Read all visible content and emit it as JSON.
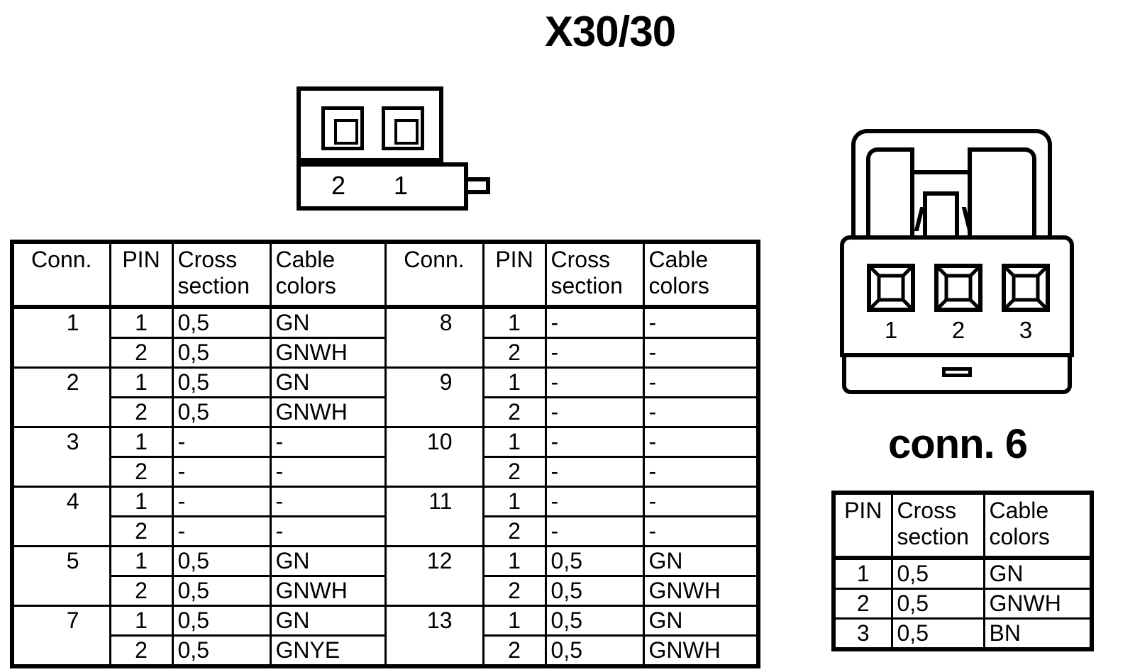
{
  "title": "X30/30",
  "connector_top": {
    "name": "2-pin connector",
    "pin_labels": [
      "2",
      "1"
    ]
  },
  "main_table": {
    "headers": {
      "conn": "Conn.",
      "pin": "PIN",
      "cross_section": "Cross\nsection",
      "cross_section_line1": "Cross",
      "cross_section_line2": "section",
      "cable_colors_line1": "Cable",
      "cable_colors_line2": "colors"
    },
    "left_rows": [
      {
        "conn": "1",
        "pins": [
          {
            "pin": "1",
            "cross": "0,5",
            "color": "GN"
          },
          {
            "pin": "2",
            "cross": "0,5",
            "color": "GNWH"
          }
        ]
      },
      {
        "conn": "2",
        "pins": [
          {
            "pin": "1",
            "cross": "0,5",
            "color": "GN"
          },
          {
            "pin": "2",
            "cross": "0,5",
            "color": "GNWH"
          }
        ]
      },
      {
        "conn": "3",
        "pins": [
          {
            "pin": "1",
            "cross": "-",
            "color": "-"
          },
          {
            "pin": "2",
            "cross": "-",
            "color": "-"
          }
        ]
      },
      {
        "conn": "4",
        "pins": [
          {
            "pin": "1",
            "cross": "-",
            "color": "-"
          },
          {
            "pin": "2",
            "cross": "-",
            "color": "-"
          }
        ]
      },
      {
        "conn": "5",
        "pins": [
          {
            "pin": "1",
            "cross": "0,5",
            "color": "GN"
          },
          {
            "pin": "2",
            "cross": "0,5",
            "color": "GNWH"
          }
        ]
      },
      {
        "conn": "7",
        "pins": [
          {
            "pin": "1",
            "cross": "0,5",
            "color": "GN"
          },
          {
            "pin": "2",
            "cross": "0,5",
            "color": "GNYE"
          }
        ]
      }
    ],
    "right_rows": [
      {
        "conn": "8",
        "pins": [
          {
            "pin": "1",
            "cross": "-",
            "color": "-"
          },
          {
            "pin": "2",
            "cross": "-",
            "color": "-"
          }
        ]
      },
      {
        "conn": "9",
        "pins": [
          {
            "pin": "1",
            "cross": "-",
            "color": "-"
          },
          {
            "pin": "2",
            "cross": "-",
            "color": "-"
          }
        ]
      },
      {
        "conn": "10",
        "pins": [
          {
            "pin": "1",
            "cross": "-",
            "color": "-"
          },
          {
            "pin": "2",
            "cross": "-",
            "color": "-"
          }
        ]
      },
      {
        "conn": "11",
        "pins": [
          {
            "pin": "1",
            "cross": "-",
            "color": "-"
          },
          {
            "pin": "2",
            "cross": "-",
            "color": "-"
          }
        ]
      },
      {
        "conn": "12",
        "pins": [
          {
            "pin": "1",
            "cross": "0,5",
            "color": "GN"
          },
          {
            "pin": "2",
            "cross": "0,5",
            "color": "GNWH"
          }
        ]
      },
      {
        "conn": "13",
        "pins": [
          {
            "pin": "1",
            "cross": "0,5",
            "color": "GN"
          },
          {
            "pin": "2",
            "cross": "0,5",
            "color": "GNWH"
          }
        ]
      }
    ]
  },
  "connector_six": {
    "caption": "conn. 6",
    "pin_labels": [
      "1",
      "2",
      "3"
    ],
    "table": {
      "headers": {
        "pin": "PIN",
        "cross_section_line1": "Cross",
        "cross_section_line2": "section",
        "cable_colors_line1": "Cable",
        "cable_colors_line2": "colors"
      },
      "rows": [
        {
          "pin": "1",
          "cross": "0,5",
          "color": "GN"
        },
        {
          "pin": "2",
          "cross": "0,5",
          "color": "GNWH"
        },
        {
          "pin": "3",
          "cross": "0,5",
          "color": "BN"
        }
      ]
    }
  },
  "colors": {
    "ink": "#000000",
    "paper": "#ffffff"
  }
}
